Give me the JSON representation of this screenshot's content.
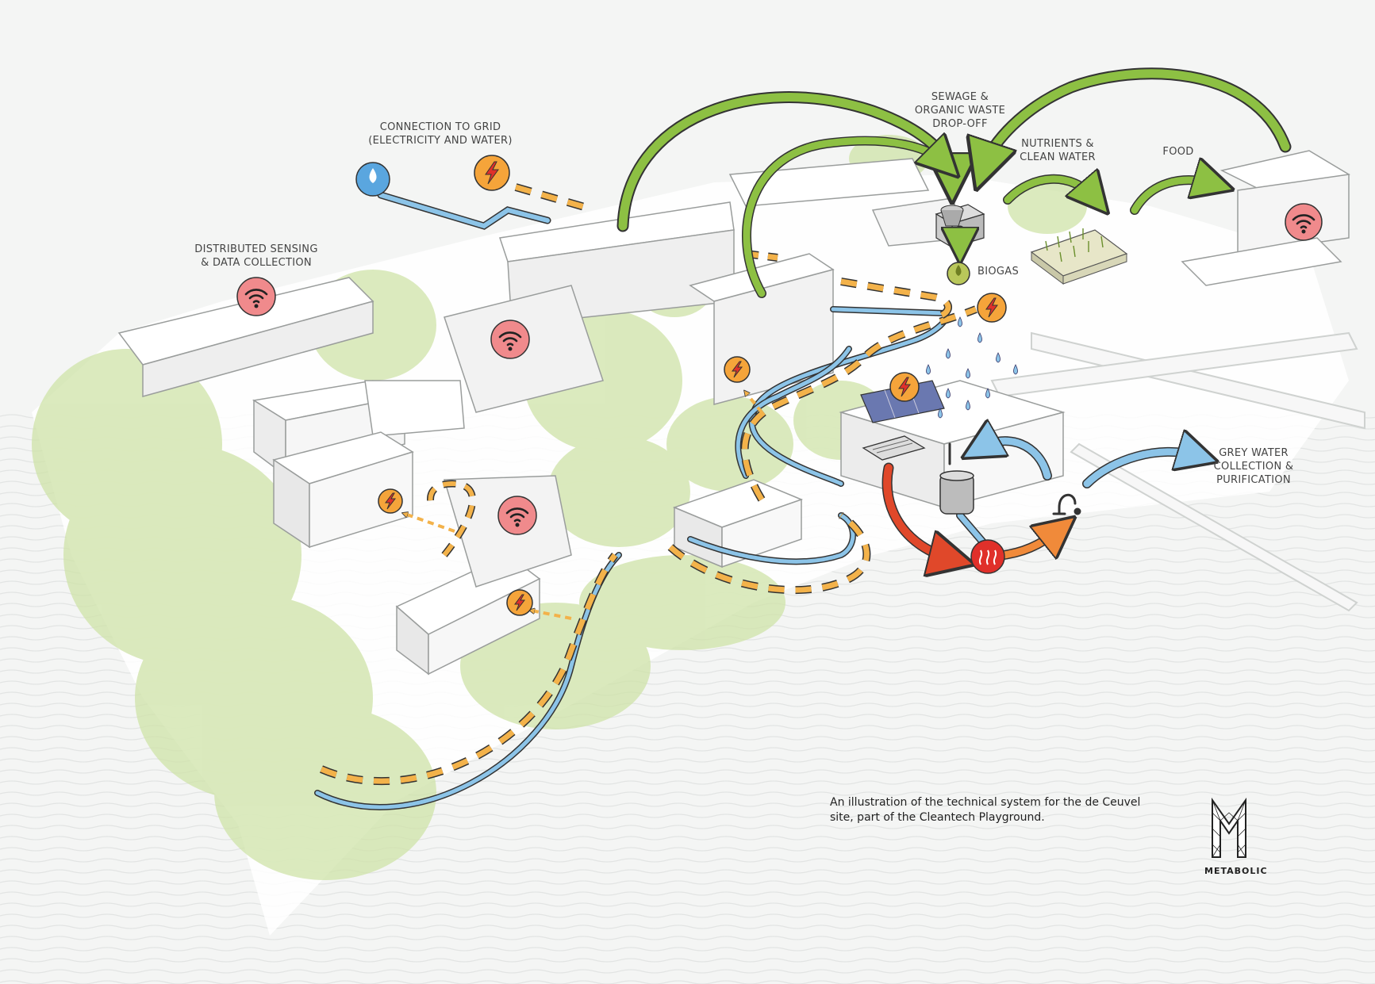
{
  "labels": {
    "connection_to_grid": "CONNECTION TO GRID\n(ELECTRICITY AND WATER)",
    "distributed_sensing": "DISTRIBUTED SENSING\n& DATA COLLECTION",
    "sewage": "SEWAGE &\nORGANIC WASTE\nDROP-OFF",
    "nutrients": "NUTRIENTS &\nCLEAN WATER",
    "food": "FOOD",
    "biogas": "BIOGAS",
    "grey_water": "GREY WATER\nCOLLECTION &\nPURIFICATION"
  },
  "caption": "An illustration of the technical system for the de Ceuvel site, part of the Cleantech Playground.",
  "logo": {
    "letter": "M",
    "text": "METABOLIC"
  },
  "icons": {
    "water": "water-drop-icon",
    "electricity": "lightning-icon",
    "sensor": "wifi-icon",
    "heat": "heat-icon",
    "tap": "faucet-icon"
  },
  "colors": {
    "water_line": "#8cc4e8",
    "electricity_line": "#f3b24a",
    "nutrient_arrow": "#8dc043",
    "heat_arrow": "#e0482a",
    "sensor_badge": "#f08a8c",
    "electricity_badge": "#f5a43a",
    "vegetation": "#cfe3a8"
  }
}
